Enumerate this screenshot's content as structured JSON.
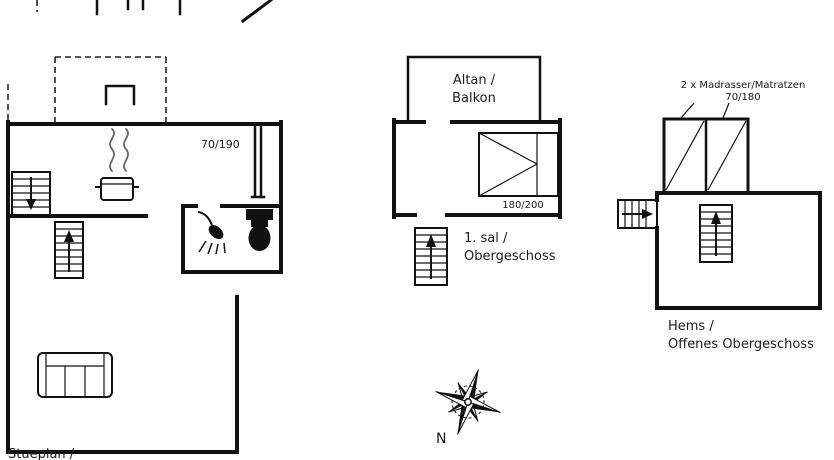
{
  "ground_floor": {
    "label": "Stueplan /",
    "door_size": "70/190"
  },
  "first_floor": {
    "balcony_line1": "Altan /",
    "balcony_line2": "Balkon",
    "bed_size": "180/200",
    "label_line1": "1. sal /",
    "label_line2": "Obergeschoss"
  },
  "loft": {
    "note_line1": "2 x Madrasser/Matratzen",
    "note_line2": "70/180",
    "label_line1": "Hems /",
    "label_line2": "Offenes Obergeschoss"
  },
  "compass": {
    "north_label": "N"
  },
  "colors": {
    "wall": "#111111",
    "text": "#1a1a1a",
    "steam": "#666666",
    "background": "#ffffff"
  },
  "icons": {
    "stairs": "stairs-icon",
    "pot": "cooking-pot-icon",
    "steam": "steam-icon",
    "shower": "shower-icon",
    "toilet": "toilet-icon",
    "sofa": "sofa-icon",
    "bed": "double-bed-icon",
    "mattress": "mattress-icon",
    "compass": "compass-rose-icon"
  }
}
